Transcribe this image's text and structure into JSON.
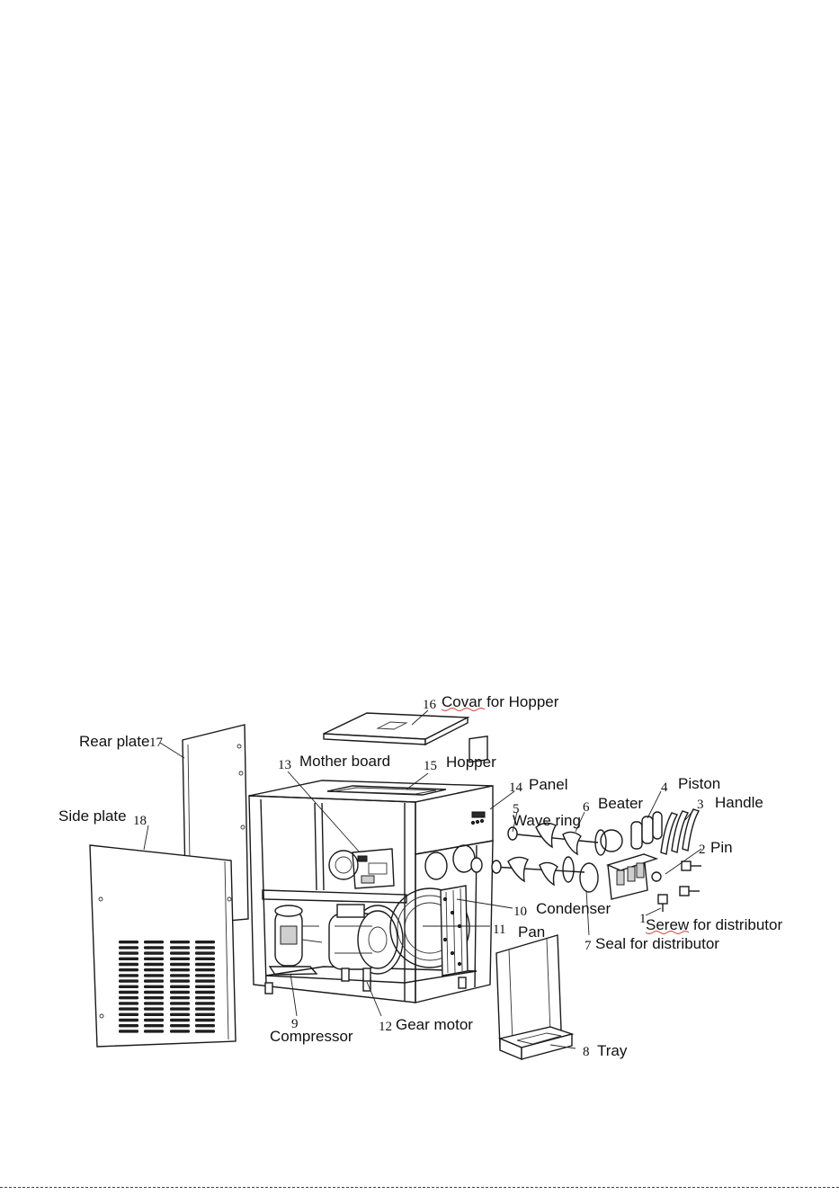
{
  "parts": [
    {
      "id": "p1",
      "number": "1",
      "label": "Serew for distributor"
    },
    {
      "id": "p2",
      "number": "2",
      "label": "Pin"
    },
    {
      "id": "p3",
      "number": "3",
      "label": "Handle"
    },
    {
      "id": "p4",
      "number": "4",
      "label": "Piston"
    },
    {
      "id": "p5",
      "number": "5",
      "label": "Wave ring"
    },
    {
      "id": "p6",
      "number": "6",
      "label": "Beater"
    },
    {
      "id": "p7",
      "number": "7",
      "label": "Seal for distributor"
    },
    {
      "id": "p8",
      "number": "8",
      "label": "Tray"
    },
    {
      "id": "p9",
      "number": "9",
      "label": "Compressor"
    },
    {
      "id": "p10",
      "number": "10",
      "label": "Condenser"
    },
    {
      "id": "p11",
      "number": "11",
      "label": "Pan"
    },
    {
      "id": "p12",
      "number": "12",
      "label": "Gear motor"
    },
    {
      "id": "p13",
      "number": "13",
      "label": "Mother board"
    },
    {
      "id": "p14",
      "number": "14",
      "label": "Panel"
    },
    {
      "id": "p15",
      "number": "15",
      "label": "Hopper"
    },
    {
      "id": "p16",
      "number": "16",
      "label": "Covar for Hopper"
    },
    {
      "id": "p17",
      "number": "17",
      "label": "Rear plate"
    },
    {
      "id": "p18",
      "number": "18",
      "label": "Side plate"
    }
  ]
}
